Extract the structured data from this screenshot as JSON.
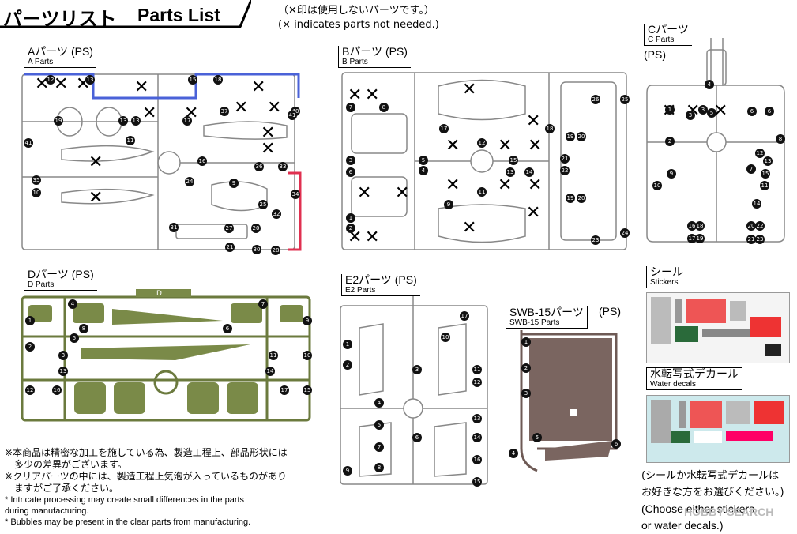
{
  "header": {
    "title_jp": "パーツリスト",
    "title_en": "Parts List",
    "note_jp": "（✕印は使用しないパーツです。）",
    "note_en": "(× indicates parts not needed.)"
  },
  "runners": {
    "a": {
      "label": "Aパーツ",
      "sub": "A Parts",
      "ps": "(PS)",
      "color": "#5a6fd6"
    },
    "b": {
      "label": "Bパーツ",
      "sub": "B Parts",
      "ps": "(PS)"
    },
    "c": {
      "label": "Cパーツ",
      "sub": "C Parts",
      "ps": "(PS)"
    },
    "d": {
      "label": "Dパーツ",
      "sub": "D Parts",
      "ps": "(PS)",
      "color": "#6b7a3e",
      "tag": "D"
    },
    "e2": {
      "label": "E2パーツ",
      "sub": "E2 Parts",
      "ps": "(PS)"
    },
    "swb": {
      "label": "SWB-15パーツ",
      "sub": "SWB-15 Parts",
      "ps": "(PS)",
      "color": "#6e5a55"
    }
  },
  "stickers": {
    "label": "シール",
    "sub": "Stickers"
  },
  "water_decals": {
    "label": "水転写式デカール",
    "sub": "Water decals"
  },
  "footer": {
    "jp1": "※本商品は精密な加工を施している為、製造工程上、部品形状には",
    "jp1b": "　多少の差異がございます。",
    "jp2": "※クリアパーツの中には、製造工程上気泡が入っているものがあり",
    "jp2b": "　ますがご了承ください。",
    "en1": "* Intricate processing may create small differences in the parts",
    "en1b": "  during manufacturing.",
    "en2": "* Bubbles may be present in the clear parts from manufacturing."
  },
  "choose": {
    "jp1": "(シールか水転写式デカールは",
    "jp2": "お好きな方をお選びください。)",
    "en1": "(Choose either stickers",
    "en2": "or water decals.)"
  },
  "watermark": "HOBBY SEARCH",
  "numbers": {
    "a": [
      "12",
      "13",
      "15",
      "18",
      "19",
      "13",
      "13",
      "17",
      "37",
      "40",
      "41",
      "41",
      "11",
      "16",
      "36",
      "33",
      "35",
      "24",
      "10",
      "9",
      "25",
      "32",
      "31",
      "20",
      "27",
      "21",
      "28",
      "30",
      "34"
    ],
    "b": [
      "7",
      "8",
      "17",
      "12",
      "3",
      "5",
      "6",
      "4",
      "11",
      "9",
      "15",
      "14",
      "13",
      "22",
      "21",
      "18",
      "19",
      "20",
      "19",
      "20",
      "23",
      "24",
      "25",
      "26",
      "1",
      "2"
    ],
    "c": [
      "4",
      "1",
      "3",
      "2",
      "6",
      "6",
      "3",
      "8",
      "9",
      "10",
      "12",
      "13",
      "14",
      "15",
      "11",
      "16",
      "17",
      "18",
      "19",
      "20",
      "21",
      "22",
      "23",
      "5",
      "7"
    ],
    "d": [
      "4",
      "7",
      "1",
      "6",
      "9",
      "5",
      "2",
      "3",
      "11",
      "10",
      "12",
      "13",
      "16",
      "15",
      "17",
      "14",
      "8"
    ],
    "e2": [
      "17",
      "10",
      "1",
      "2",
      "3",
      "11",
      "12",
      "4",
      "5",
      "6",
      "7",
      "8",
      "9",
      "13",
      "14",
      "15",
      "16"
    ],
    "swb": [
      "1",
      "2",
      "3",
      "4",
      "5",
      "6"
    ]
  },
  "marks": {
    "x": "✕"
  }
}
